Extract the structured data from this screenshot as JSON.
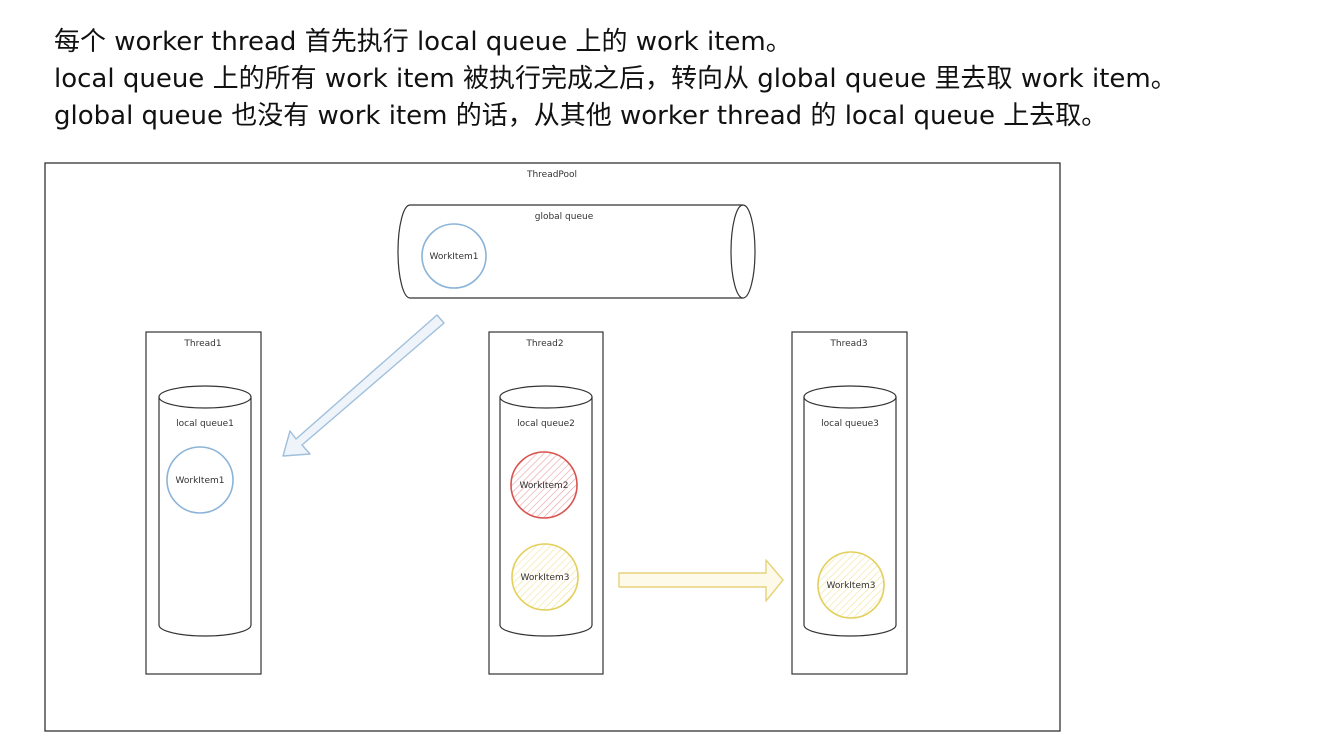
{
  "intro": {
    "lines": [
      "每个 worker thread 首先执行 local queue 上的 work item。",
      "local queue 上的所有 work item 被执行完成之后，转向从 global queue 里去取 work item。",
      "global queue 也没有 work item 的话，从其他 worker thread 的 local queue 上去取。"
    ]
  },
  "diagram": {
    "pool_label": "ThreadPool",
    "global_queue": {
      "label": "global queue",
      "item": "WorkItem1"
    },
    "threads": [
      {
        "label": "Thread1",
        "queue_label": "local queue1",
        "items": [
          "WorkItem1"
        ]
      },
      {
        "label": "Thread2",
        "queue_label": "local queue2",
        "items": [
          "WorkItem2",
          "WorkItem3"
        ]
      },
      {
        "label": "Thread3",
        "queue_label": "local queue3",
        "items": [
          "WorkItem3"
        ]
      }
    ]
  },
  "colors": {
    "blue_item": "#8cb4d8",
    "red_item": "#d9534f",
    "red_fill": "#f7dede",
    "yellow_item": "#e3cf5b",
    "yellow_fill": "#fbf6d6",
    "blue_arrow": "#9fbfdc",
    "yellow_arrow": "#e6d27a",
    "stroke": "#333333"
  }
}
